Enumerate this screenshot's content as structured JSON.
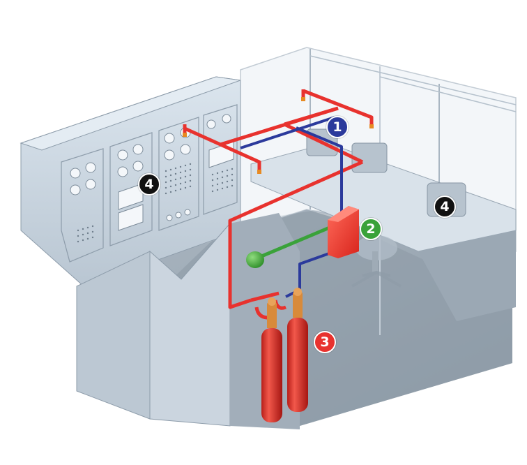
{
  "diagram": {
    "type": "isometric fire suppression system illustration",
    "colors": {
      "discharge_pipe": "#e8322e",
      "detection_line": "#2b3a9c",
      "actuation_line": "#3aa23a",
      "cylinder": "#e33a2c",
      "room_wall": "#c9d6e2",
      "floor": "#9aa7b3",
      "background": "#ffffff"
    },
    "callouts": [
      {
        "id": "1",
        "label": "1",
        "color": "#2b3a9c",
        "component": "detection / nozzle piping"
      },
      {
        "id": "2",
        "label": "2",
        "color": "#3aa23a",
        "component": "control panel"
      },
      {
        "id": "3",
        "label": "3",
        "color": "#e8322e",
        "component": "gas cylinders"
      },
      {
        "id": "4a",
        "label": "4",
        "color": "#111111",
        "component": "equipment cabinets"
      },
      {
        "id": "4b",
        "label": "4",
        "color": "#111111",
        "component": "computer workstation"
      }
    ]
  }
}
